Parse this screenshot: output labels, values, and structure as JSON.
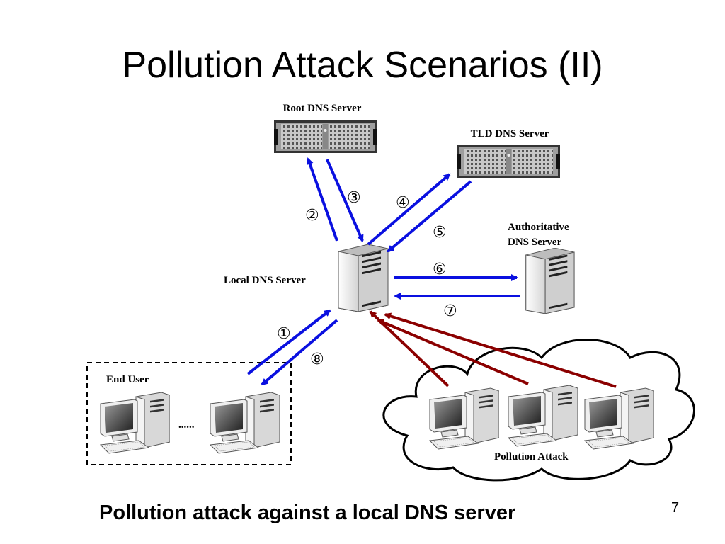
{
  "title": "Pollution Attack Scenarios (II)",
  "caption": "Pollution attack against a local DNS server",
  "page_number": "7",
  "nodes": {
    "root": "Root DNS Server",
    "tld": "TLD DNS Server",
    "auth_line1": "Authoritative",
    "auth_line2": "DNS Server",
    "local": "Local DNS Server",
    "end_user": "End User",
    "ellipsis": "......",
    "pollution": "Pollution Attack"
  },
  "steps": [
    "①",
    "②",
    "③",
    "④",
    "⑤",
    "⑥",
    "⑦",
    "⑧"
  ],
  "colors": {
    "query_arrow": "#0a10e0",
    "attack_arrow": "#8b0000",
    "outline": "#000000"
  },
  "icons": [
    "rack-server-icon",
    "tower-server-icon",
    "desktop-computer-icon"
  ]
}
